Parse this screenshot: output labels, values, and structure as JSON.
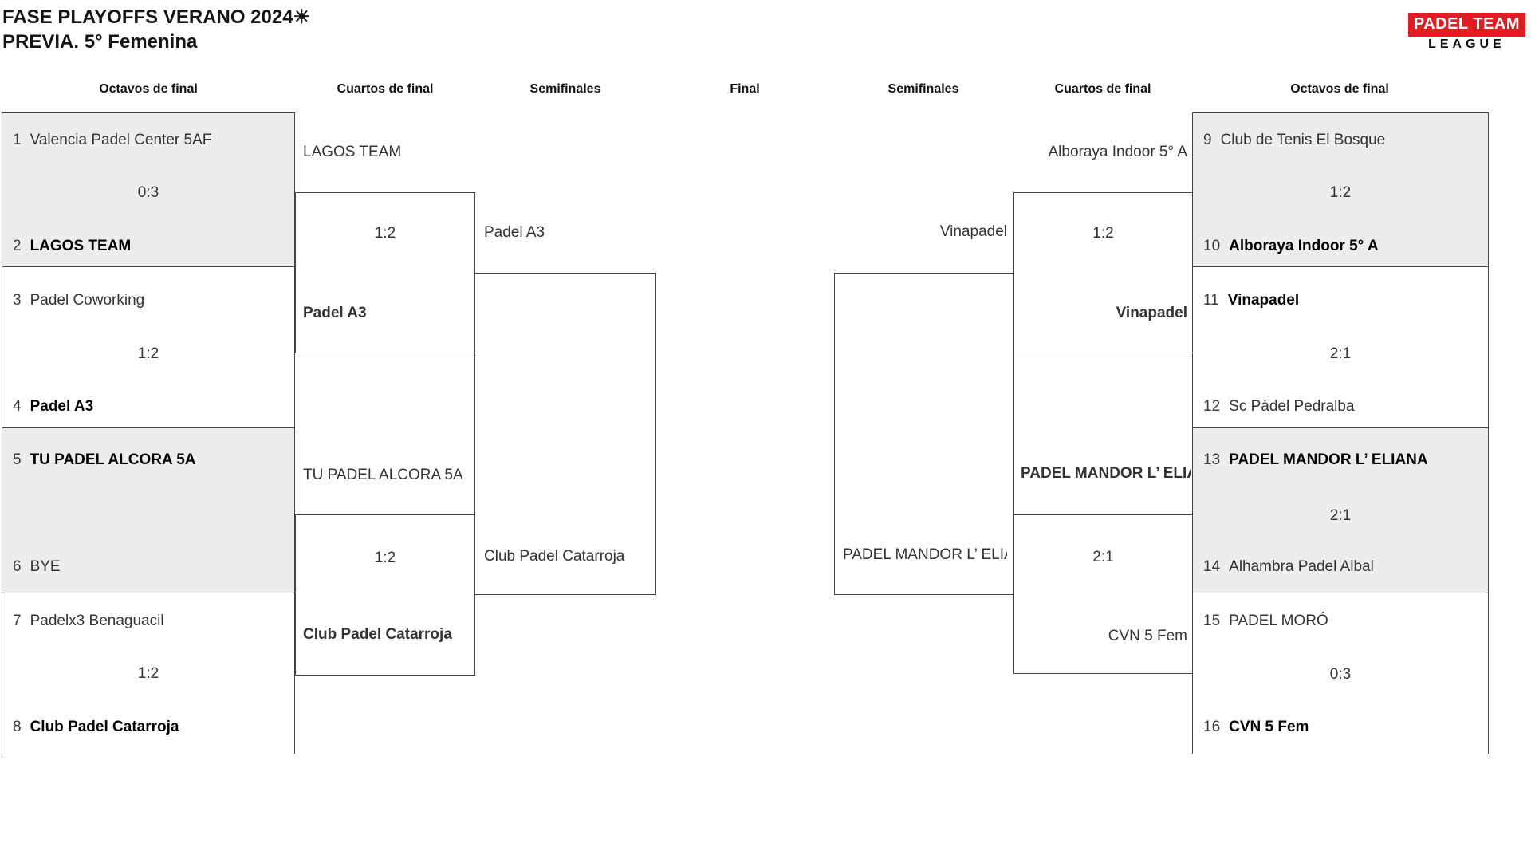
{
  "title": {
    "line1": "FASE PLAYOFFS VERANO 2024☀",
    "line2": "PREVIA. 5° Femenina"
  },
  "logo": {
    "line1": "PADEL TEAM",
    "line2": "LEAGUE",
    "bg_color": "#e01d23",
    "text_color": "#ffffff"
  },
  "round_headers": [
    "Octavos de final",
    "Cuartos de final",
    "Semifinales",
    "Final",
    "Semifinales",
    "Cuartos de final",
    "Octavos de final"
  ],
  "colors": {
    "box_fill_alt": "#ededed",
    "box_border": "#444444",
    "text_regular": "#333333",
    "text_winner": "#000000"
  },
  "bracket": {
    "octavos_left": [
      {
        "seed1": "1",
        "team1": "Valencia Padel Center 5AF",
        "score": "0:3",
        "seed2": "2",
        "team2": "LAGOS TEAM",
        "winner": "team2"
      },
      {
        "seed1": "3",
        "team1": "Padel Coworking",
        "score": "1:2",
        "seed2": "4",
        "team2": "Padel A3",
        "winner": "team2"
      },
      {
        "seed1": "5",
        "team1": "TU PADEL ALCORA 5A",
        "score": "",
        "seed2": "6",
        "team2": "BYE",
        "winner": "team1"
      },
      {
        "seed1": "7",
        "team1": "Padelx3 Benaguacil",
        "score": "1:2",
        "seed2": "8",
        "team2": "Club Padel Catarroja",
        "winner": "team2"
      }
    ],
    "cuartos_left": [
      {
        "team1": "LAGOS TEAM",
        "score": "1:2",
        "team2": "Padel A3",
        "winner": "team2"
      },
      {
        "team1": "TU PADEL ALCORA 5A",
        "score": "1:2",
        "team2": "Club Padel Catarroja",
        "winner": "team2"
      }
    ],
    "semifinal_left": {
      "team1": "Padel A3",
      "team2": "Club Padel Catarroja"
    },
    "octavos_right": [
      {
        "seed1": "9",
        "team1": "Club de Tenis El Bosque",
        "score": "1:2",
        "seed2": "10",
        "team2": "Alboraya Indoor 5° A",
        "winner": "team2"
      },
      {
        "seed1": "11",
        "team1": "Vinapadel",
        "score": "2:1",
        "seed2": "12",
        "team2": "Sc Pádel Pedralba",
        "winner": "team1"
      },
      {
        "seed1": "13",
        "team1": "PADEL MANDOR L’ ELIANA",
        "score": "2:1",
        "seed2": "14",
        "team2": "Alhambra Padel Albal",
        "winner": "team1"
      },
      {
        "seed1": "15",
        "team1": "PADEL MORÓ",
        "score": "0:3",
        "seed2": "16",
        "team2": "CVN 5 Fem",
        "winner": "team2"
      }
    ],
    "cuartos_right": [
      {
        "team1": "Alboraya Indoor 5° A",
        "score": "1:2",
        "team2": "Vinapadel",
        "winner": "team2"
      },
      {
        "team1": "PADEL MANDOR L’ ELIANA",
        "score": "2:1",
        "team2": "CVN 5 Fem",
        "winner": "team1"
      }
    ],
    "semifinal_right": {
      "team1": "Vinapadel",
      "team2": "PADEL MANDOR L’ ELIANA"
    }
  }
}
